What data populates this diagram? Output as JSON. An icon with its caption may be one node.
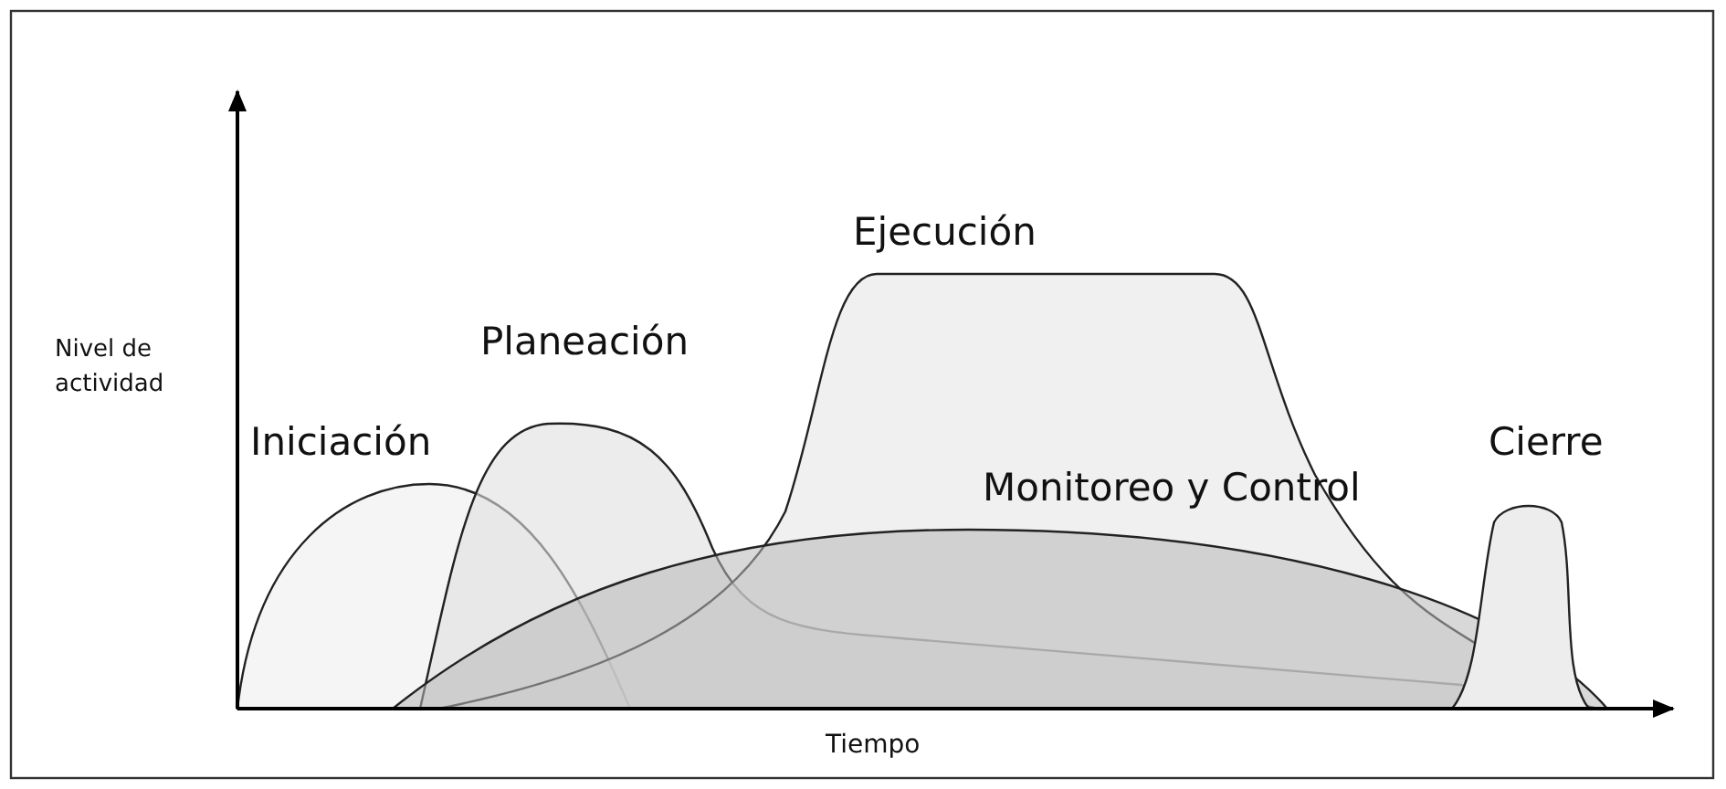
{
  "diagram": {
    "labels": [
      "Nivel de actividad",
      "Iniciación",
      "Planeación",
      "Ejecución",
      "Monitoreo y Control",
      "Cierre",
      "Tiempo"
    ]
  }
}
